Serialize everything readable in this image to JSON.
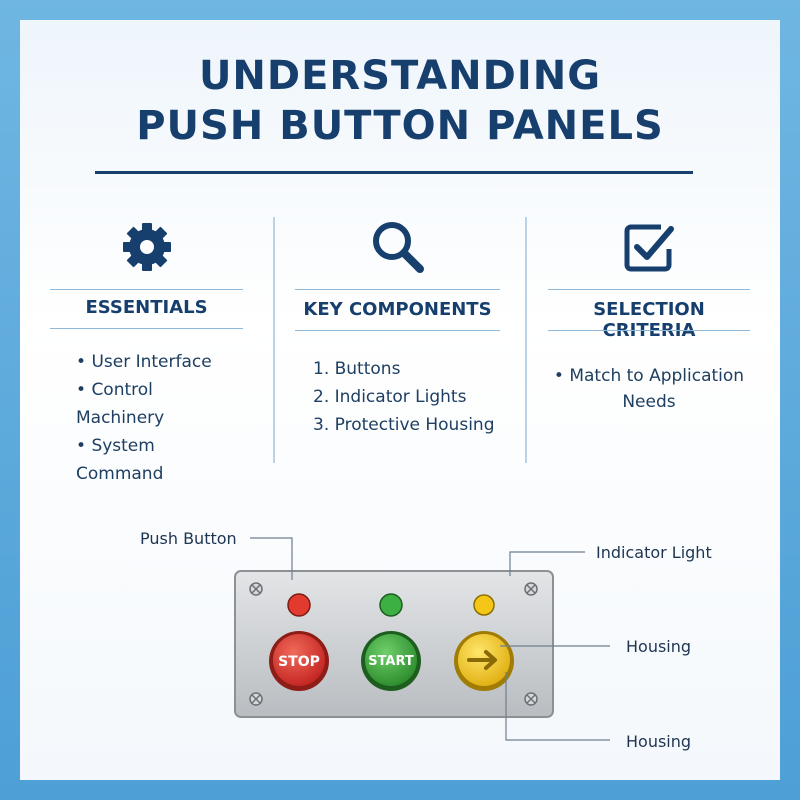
{
  "title_line1": "UNDERSTANDING",
  "title_line2": "PUSH BUTTON PANELS",
  "columns": [
    {
      "icon": "gear-icon",
      "heading": "ESSENTIALS",
      "items": [
        "User Interface",
        "Control Machinery",
        "System Command"
      ]
    },
    {
      "icon": "magnifier-icon",
      "heading": "KEY COMPONENTS",
      "items": [
        "1. Buttons",
        "2. Indicator Lights",
        "3. Protective Housing"
      ]
    },
    {
      "icon": "checkbox-icon",
      "heading": "SELECTION CRITERIA",
      "items": [
        "Match to Application",
        "Needs"
      ]
    }
  ],
  "panel": {
    "buttons": [
      {
        "label": "STOP",
        "color": "#d8312c"
      },
      {
        "label": "START",
        "color": "#3aa53a"
      },
      {
        "label": "",
        "color": "#f2cc1e"
      }
    ],
    "lights": [
      "#e23a2e",
      "#3cb043",
      "#f5c518"
    ]
  },
  "callouts": {
    "push_button": "Push Button",
    "indicator_light": "Indicator Light",
    "housing_1": "Housing",
    "housing_2": "Housing"
  },
  "colors": {
    "navy": "#163f6e",
    "panel": "#c9cccf"
  }
}
